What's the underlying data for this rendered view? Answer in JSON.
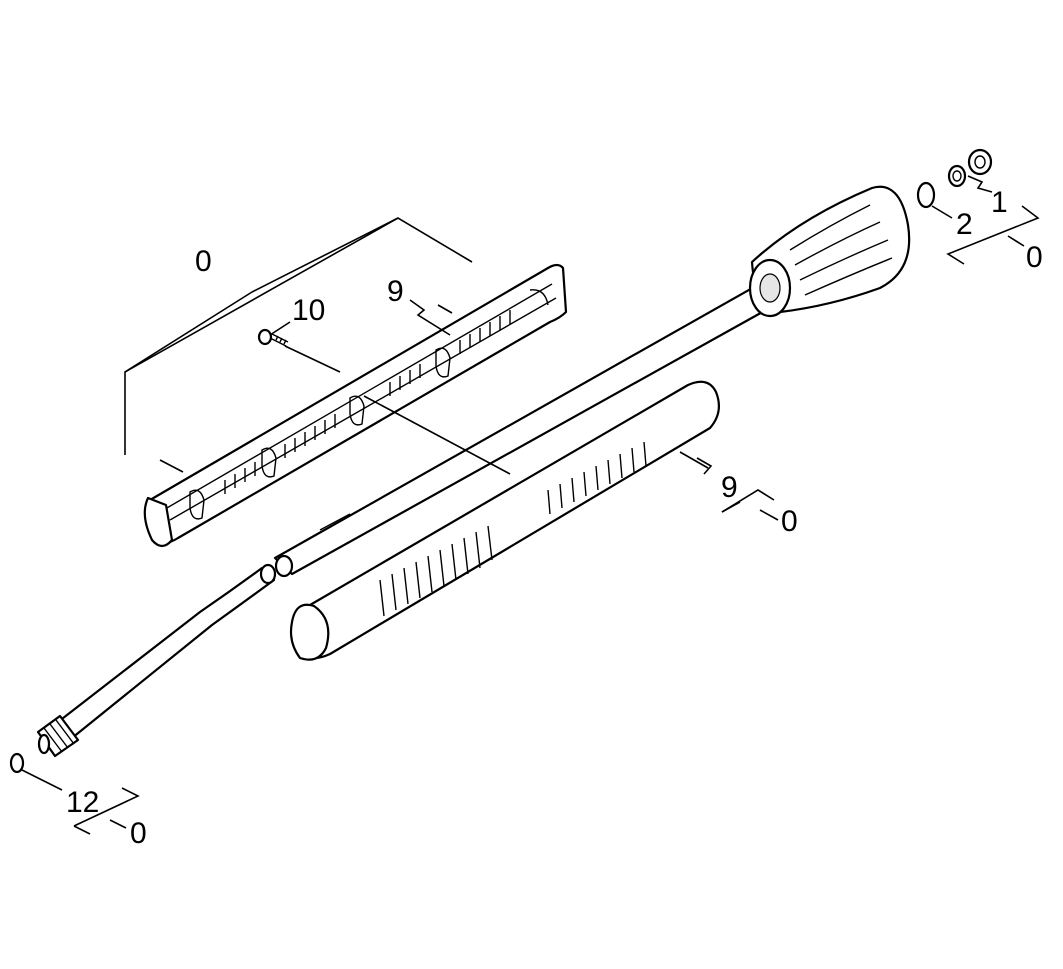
{
  "diagram": {
    "callouts": {
      "handle_assembly": "0",
      "screw": "10",
      "handle_clip_upper": "9",
      "handle_clip_lower": "9",
      "handle_clip_lower_kit": "0",
      "seal_ring": "2",
      "washers": "1",
      "seal_kit": "0",
      "oring_nozzle": "12",
      "nozzle_kit": "0"
    }
  }
}
